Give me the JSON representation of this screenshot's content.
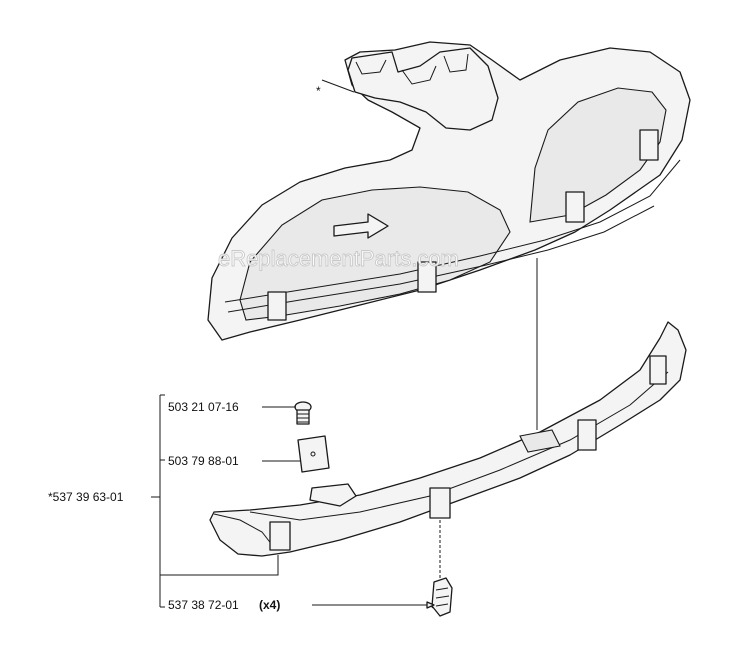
{
  "watermark": "eReplacementParts.com",
  "asterisk_mark": "*",
  "parts": [
    {
      "number": "503 21 07-16",
      "qty": ""
    },
    {
      "number": "503 79 88-01",
      "qty": ""
    },
    {
      "number": "*537 39 63-01",
      "qty": ""
    },
    {
      "number": "537 38 72-01",
      "qty": "(x4)"
    }
  ]
}
